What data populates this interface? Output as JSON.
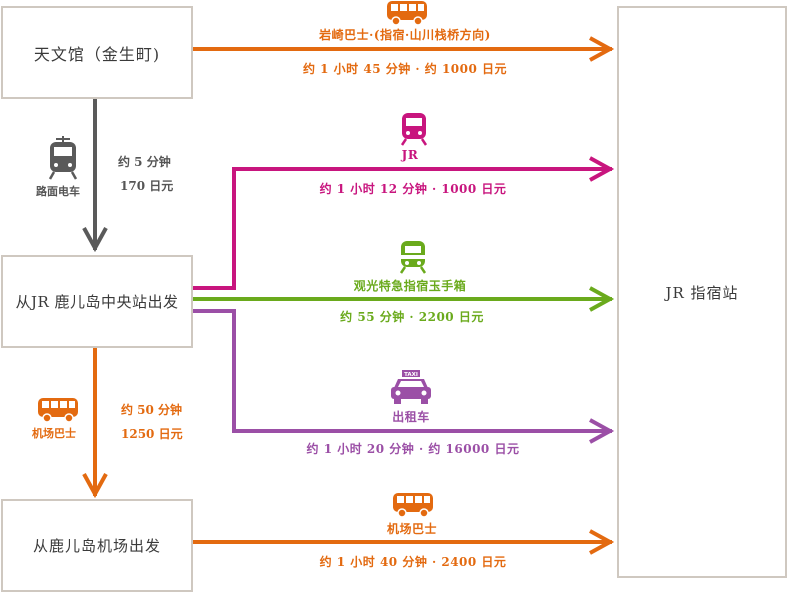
{
  "boxes": {
    "tenmonkan": "天文馆（金生町)",
    "kagoshima_chuo": "从JR 鹿儿岛中央站出发",
    "airport": "从鹿儿岛机场出发",
    "ibusuki": "JR 指宿站"
  },
  "routes": {
    "iwasaki_bus": {
      "name": "岩崎巴士·(指宿·山川栈桥方向)",
      "detail": "约 1 小时 45 分钟 · 约 1000 日元",
      "color": "#e36a10",
      "icon": "bus-icon"
    },
    "tram": {
      "name": "路面电车",
      "duration": "约 5 分钟",
      "fare": "170 日元",
      "color": "#5a5a5a",
      "icon": "tram-icon"
    },
    "jr": {
      "name": "JR",
      "detail": "约 1 小时 12 分钟 · 1000 日元",
      "color": "#c8157e",
      "icon": "train-icon"
    },
    "tamatebako": {
      "name": "观光特急指宿玉手箱",
      "detail": "约 55 分钟 · 2200 日元",
      "color": "#6aaa1c",
      "icon": "express-train-icon"
    },
    "taxi": {
      "name": "出租车",
      "detail": "约 1 小时 20 分钟 · 约 16000 日元",
      "color": "#9b4fa6",
      "icon": "taxi-icon",
      "sign": "TAXI"
    },
    "airport_bus_down": {
      "name": "机场巴士",
      "duration": "约 50 分钟",
      "fare": "1250 日元",
      "color": "#e36a10",
      "icon": "bus-icon"
    },
    "airport_bus": {
      "name": "机场巴士",
      "detail": "约 1 小时 40 分钟 · 2400 日元",
      "color": "#e36a10",
      "icon": "bus-icon"
    }
  }
}
